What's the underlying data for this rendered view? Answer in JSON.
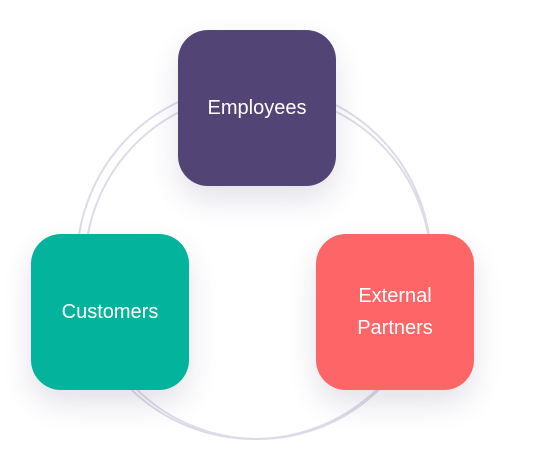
{
  "diagram": {
    "ring_color": "#dedbe9",
    "nodes": [
      {
        "id": "employees",
        "label": "Employees",
        "color": "#524474"
      },
      {
        "id": "customers",
        "label": "Customers",
        "color": "#03b39c"
      },
      {
        "id": "partners",
        "label": "External\nPartners",
        "color": "#fe6567"
      }
    ]
  }
}
